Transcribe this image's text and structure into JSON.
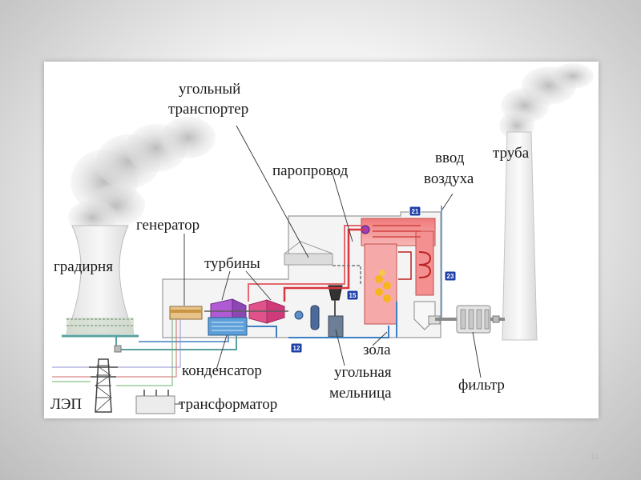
{
  "slide": {
    "page_number": "11"
  },
  "diagram": {
    "labels": {
      "coal_transporter_line1": "угольный",
      "coal_transporter_line2": "транспортер",
      "steam_pipe": "паропровод",
      "air_inlet_line1": "ввод",
      "air_inlet_line2": "воздуха",
      "chimney": "труба",
      "generator": "генератор",
      "turbines": "турбины",
      "cooling_tower": "градирня",
      "ash": "зола",
      "coal_mill_line1": "угольная",
      "coal_mill_line2": "мельница",
      "condenser": "конденсатор",
      "filter": "фильтр",
      "power_line": "ЛЭП",
      "transformer": "трансформатор"
    },
    "badges": {
      "b21": "21",
      "b23": "23",
      "b15": "15",
      "b12": "12"
    },
    "colors": {
      "badge": "#1f3fa8",
      "hot_pipe": "#d9363e",
      "cold_pipe": "#3c7fc4",
      "boiler": "#f06b6b",
      "smoke": "#c8c8c8"
    }
  }
}
